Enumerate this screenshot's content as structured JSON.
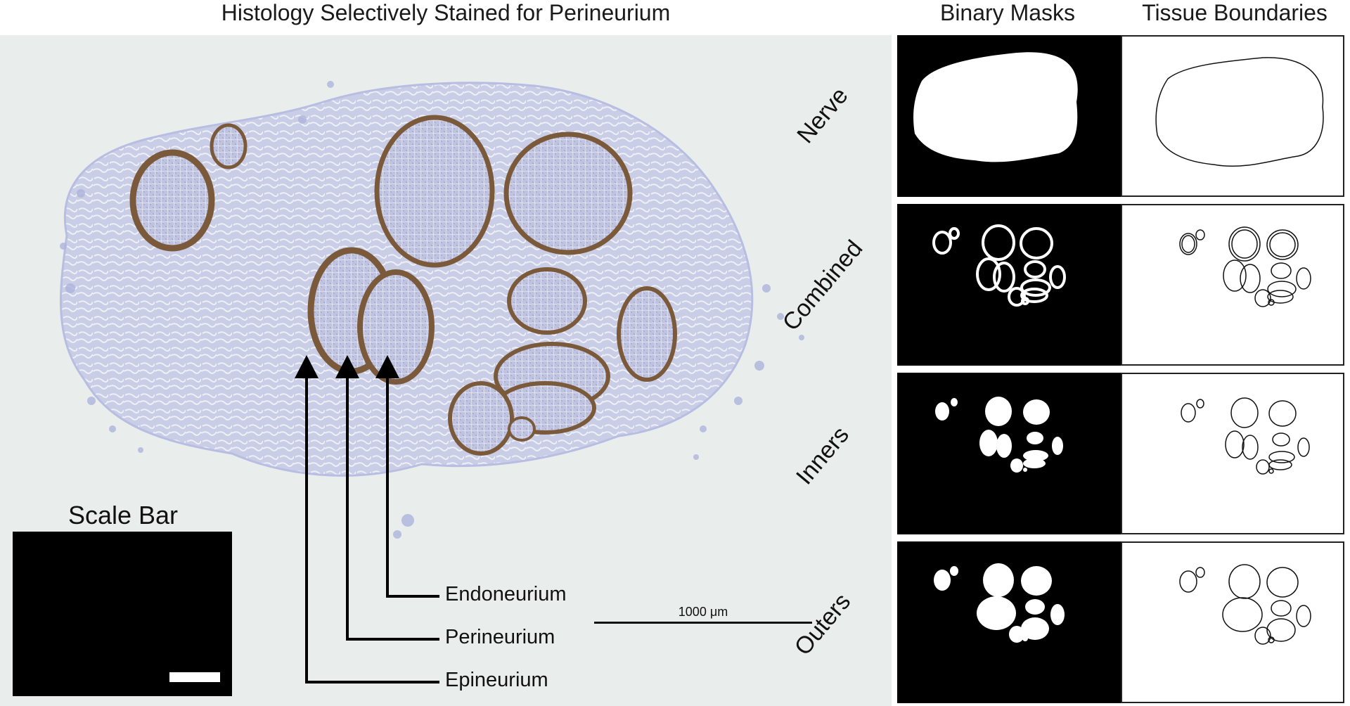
{
  "titles": {
    "main": "Histology Selectively Stained for Perineurium",
    "masks": "Binary Masks",
    "boundaries": "Tissue Boundaries"
  },
  "rows": [
    "Nerve",
    "Combined",
    "Inners",
    "Outers"
  ],
  "scale": {
    "title": "Scale Bar",
    "bar_label": "1000 μm"
  },
  "annotations": {
    "endoneurium": "Endoneurium",
    "perineurium": "Perineurium",
    "epineurium": "Epineurium"
  },
  "colors": {
    "stain_blue": "#b8bde2",
    "perineurium_brown": "#7a5a3a",
    "fascicle_fill": "#bcc1de",
    "background": "#e9edeb"
  }
}
